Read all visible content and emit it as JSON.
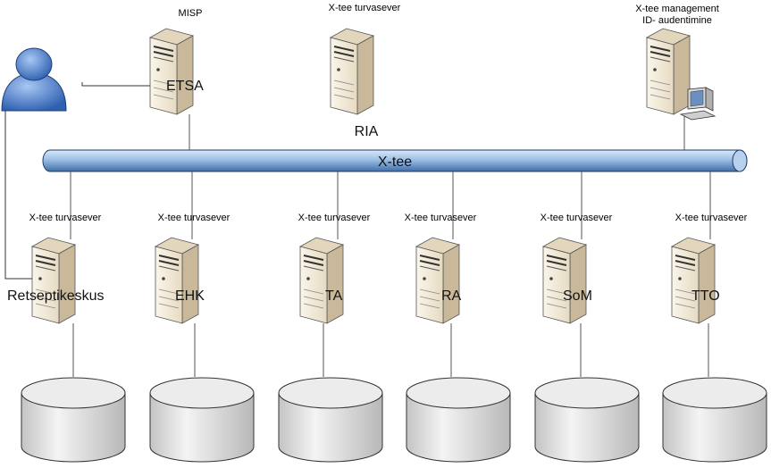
{
  "bus": {
    "label": "X-tee"
  },
  "top_servers": [
    {
      "id": "etsa",
      "caption": "MISP",
      "name": "ETSA"
    },
    {
      "id": "ria",
      "caption": "X-tee turvasever",
      "name": "RIA"
    },
    {
      "id": "mgmt",
      "caption_lines": [
        "X-tee management",
        "ID- audentimine"
      ],
      "name": ""
    }
  ],
  "bottom_servers": [
    {
      "id": "retseptikeskus",
      "caption": "X-tee turvasever",
      "name": "Retseptikeskus"
    },
    {
      "id": "ehk",
      "caption": "X-tee turvasever",
      "name": "EHK"
    },
    {
      "id": "ta",
      "caption": "X-tee turvasever",
      "name": "TA"
    },
    {
      "id": "ra",
      "caption": "X-tee turvasever",
      "name": "RA"
    },
    {
      "id": "som",
      "caption": "X-tee turvasever",
      "name": "SoM"
    },
    {
      "id": "tto",
      "caption": "X-tee turvasever",
      "name": "TTO"
    }
  ],
  "colors": {
    "bus_fill": "#9dbfe6",
    "bus_stroke": "#1f3f66",
    "server_front": "#f1e8d6",
    "server_side": "#c9b89a",
    "server_top": "#e2d6bd",
    "db_fill": "#e8e8e8",
    "user_fill": "#4a7fd4"
  },
  "icons": {
    "user": "user-icon",
    "server": "server-icon",
    "database": "database-icon",
    "workstation": "workstation-icon"
  }
}
